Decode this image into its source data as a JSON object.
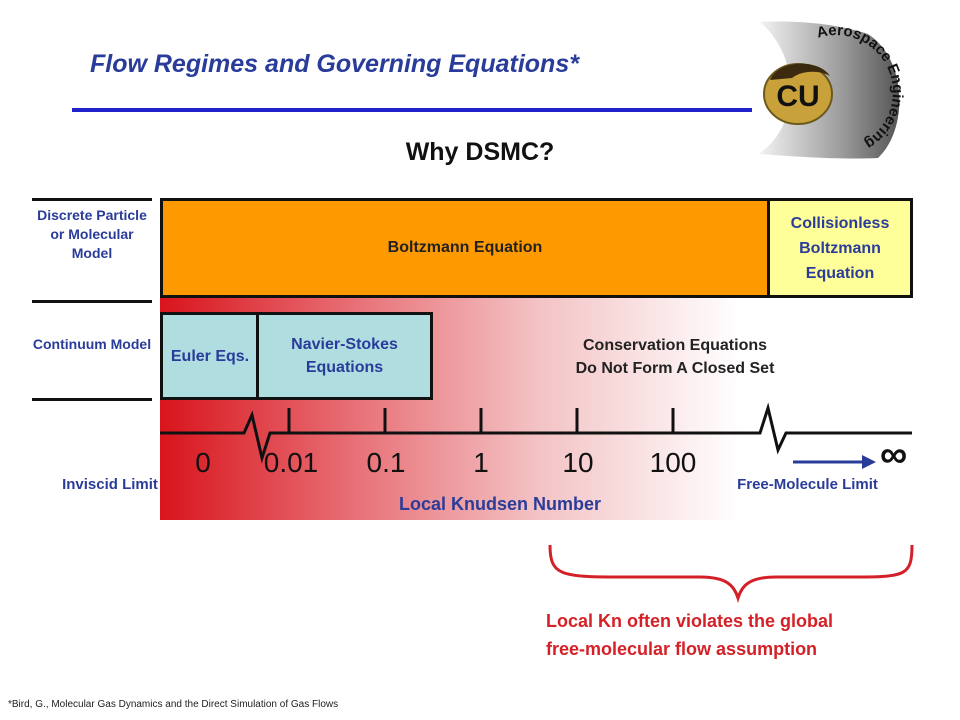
{
  "header": {
    "title": "Flow Regimes and Governing Equations*",
    "subtitle": "Why DSMC?"
  },
  "logo": {
    "text": "Aerospace Engineering",
    "monogram": "CU",
    "icon": "buffalo-logo-icon"
  },
  "models": {
    "discrete": "Discrete Particle or Molecular Model",
    "continuum": "Continuum Model"
  },
  "boxes": {
    "boltzmann": "Boltzmann Equation",
    "collisionless": "Collisionless Boltzmann Equation",
    "euler": "Euler Eqs.",
    "navier_stokes": "Navier-Stokes Equations",
    "conservation_line1": "Conservation Equations",
    "conservation_line2": "Do Not Form A Closed Set"
  },
  "axis": {
    "ticks": [
      "0",
      "0.01",
      "0.1",
      "1",
      "10",
      "100"
    ],
    "infinity": "∞",
    "label": "Local Knudsen Number",
    "left_limit": "Inviscid Limit",
    "right_limit": "Free-Molecule Limit"
  },
  "note": {
    "line1": "Local Kn often violates the global",
    "line2": "free-molecular flow assumption"
  },
  "footnote": "*Bird, G., Molecular Gas Dynamics and the Direct Simulation of Gas Flows",
  "colors": {
    "title": "#2a3c9a",
    "boltzmann_fill": "#ff9900",
    "collisionless_fill": "#ffff99",
    "continuum_fill": "#b0dde0",
    "gradient_start": "#d9141c",
    "note": "#d42027"
  }
}
